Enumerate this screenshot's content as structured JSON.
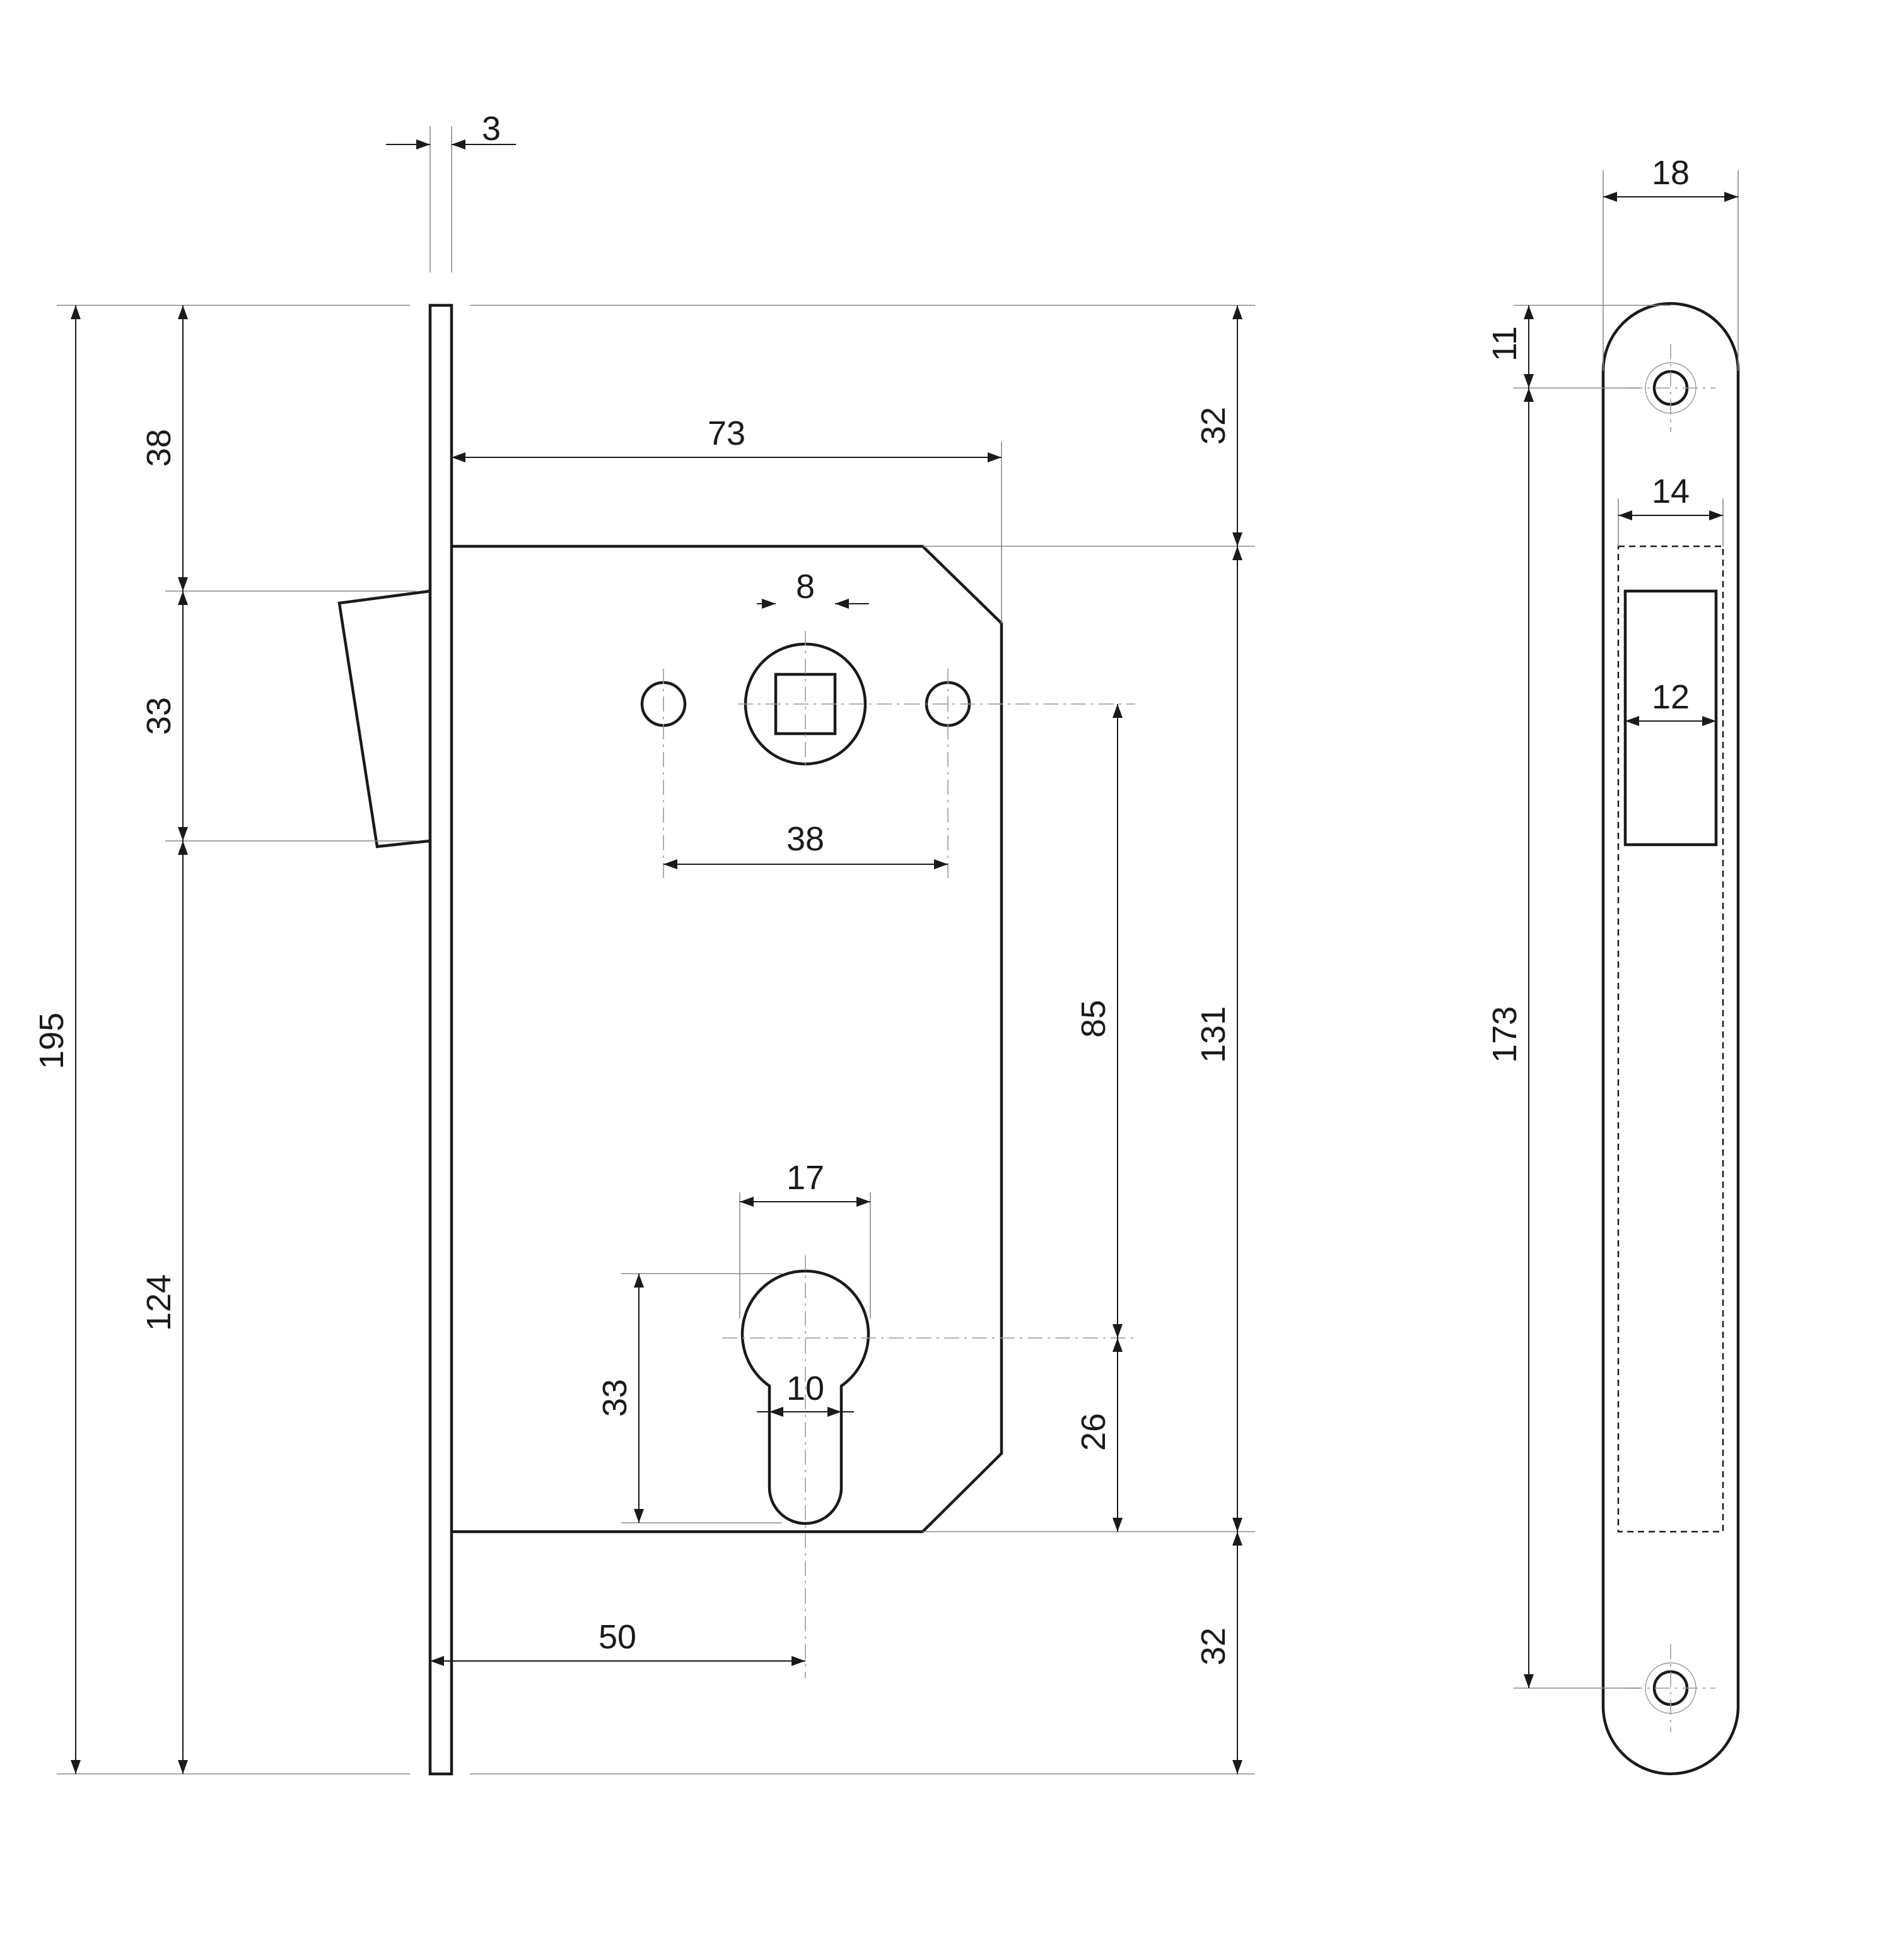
{
  "dimensions": {
    "faceplate_thickness": "3",
    "overall_height": "195",
    "top_to_latch": "38",
    "latch_height": "33",
    "latch_to_bottom": "124",
    "backset_depth": "73",
    "top_offset_right": "32",
    "case_height": "131",
    "bottom_offset_right": "32",
    "spindle_square": "8",
    "screw_hole_spacing": "38",
    "handle_to_cylinder": "85",
    "cylinder_to_case_bottom": "26",
    "cylinder_width": "17",
    "cylinder_height": "33",
    "cylinder_slot_width": "10",
    "backset": "50",
    "strike_width": "18",
    "strike_top_to_screw": "11",
    "strike_screw_spacing": "173",
    "strike_opening_width": "14",
    "strike_latch_width": "12"
  }
}
